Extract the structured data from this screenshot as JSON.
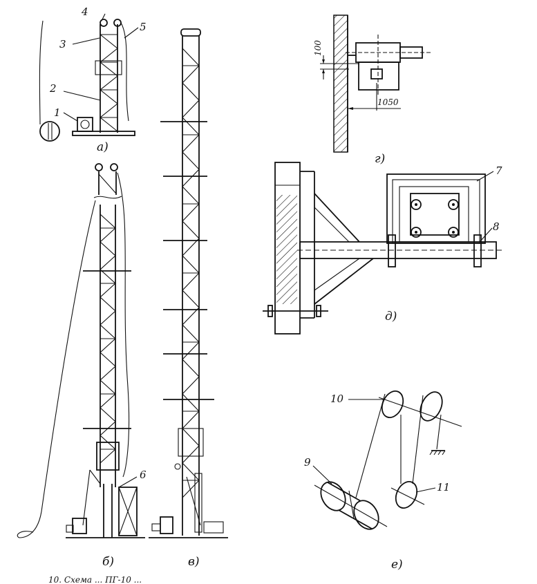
{
  "labels": {
    "1": "1",
    "2": "2",
    "3": "3",
    "4": "4",
    "5": "5",
    "6": "6",
    "7": "7",
    "8": "8",
    "9": "9",
    "10": "10",
    "11": "11"
  },
  "captions": {
    "a": "а)",
    "b": "б)",
    "v": "в)",
    "g": "г)",
    "d": "д)",
    "e": "е)"
  },
  "dimensions": {
    "d100": "100",
    "d1050": "1050"
  },
  "footer": {
    "text": "10. Схема ... ПГ-10 ..."
  }
}
